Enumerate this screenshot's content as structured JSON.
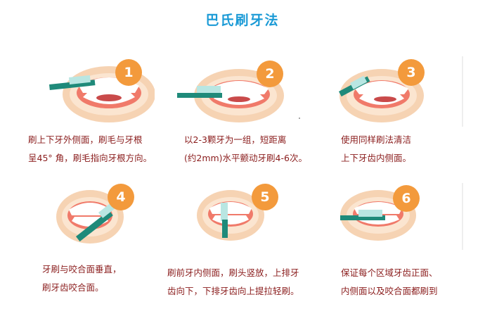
{
  "title": "巴氏刷牙法",
  "colors": {
    "title": "#1a9ad6",
    "badge": "#f39a3c",
    "caption": "#8a1c1c",
    "brush": "#1f8a7a",
    "gum": "#f07a6a",
    "lip": "#f6d3b3"
  },
  "steps": [
    {
      "number": "1",
      "line1": "刷上下牙外侧面，刷毛与牙根",
      "line2": "呈45° 角，刷毛指向牙根方向。"
    },
    {
      "number": "2",
      "line1": "以2-3颗牙为一组，短距离",
      "line2": "(约2mm)水平颤动牙刷4-6次。"
    },
    {
      "number": "3",
      "line1": "使用同样刷法清洁",
      "line2": "上下牙齿内侧面。"
    },
    {
      "number": "4",
      "line1": "牙刷与咬合面垂直，",
      "line2": "刷牙齿咬合面。"
    },
    {
      "number": "5",
      "line1": "刷前牙内侧面，刷头竖放，上排牙",
      "line2": "齿向下，下排牙齿向上提拉轻刷。"
    },
    {
      "number": "6",
      "line1": "保证每个区域牙齿正面、",
      "line2": "内侧面以及咬合面都刷到"
    }
  ]
}
